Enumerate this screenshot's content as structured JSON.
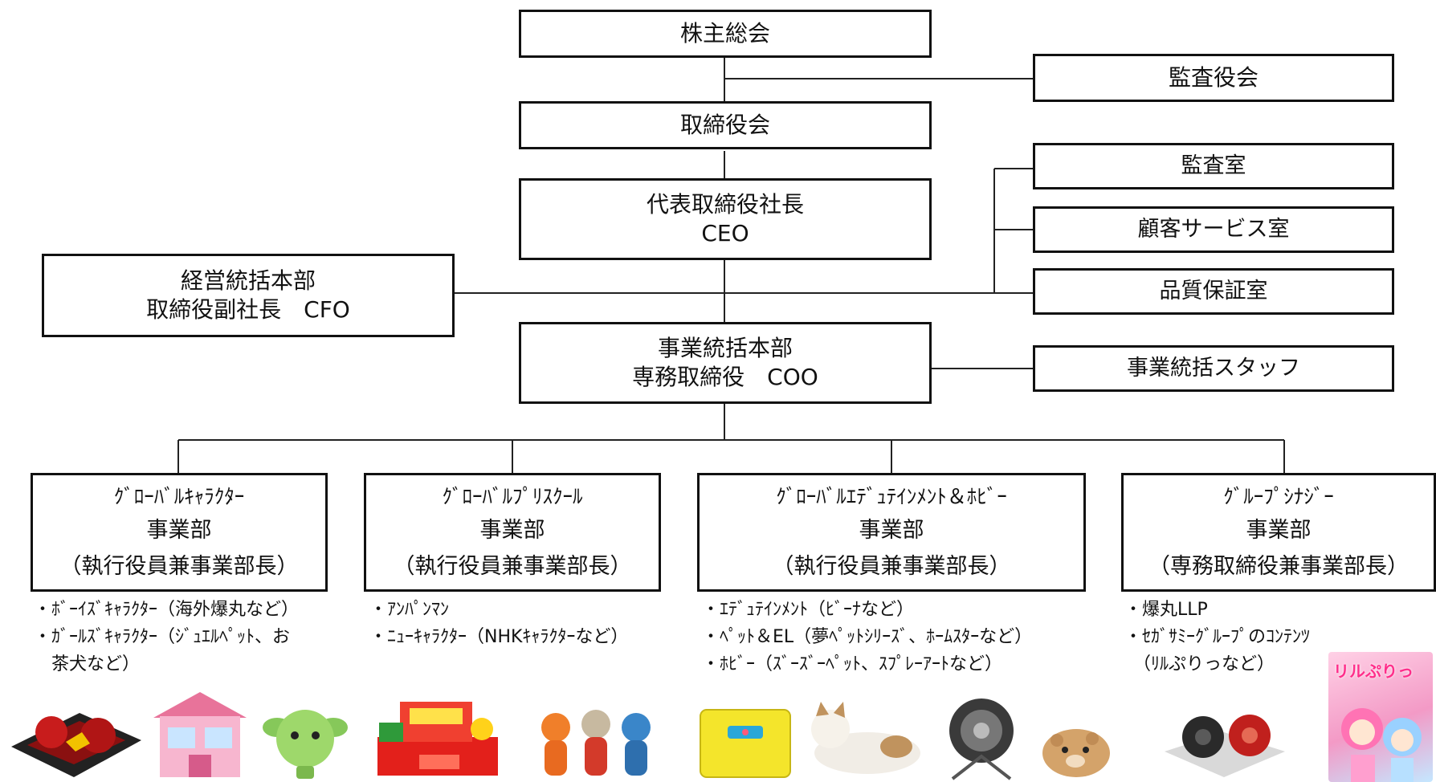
{
  "nodes": {
    "shareholders": "株主総会",
    "audit_board": "監査役会",
    "board": "取締役会",
    "ceo": {
      "l1": "代表取締役社長",
      "l2": "CEO"
    },
    "audit_office": "監査室",
    "customer_service": "顧客サービス室",
    "quality_assurance": "品質保証室",
    "management_hq": {
      "l1": "経営統括本部",
      "l2": "取締役副社長　CFO"
    },
    "business_hq": {
      "l1": "事業統括本部",
      "l2": "専務取締役　COO"
    },
    "business_staff": "事業統括スタッフ"
  },
  "divisions": [
    {
      "l1": "ｸﾞﾛｰﾊﾞﾙｷｬﾗｸﾀｰ",
      "l2": "事業部",
      "l3": "（執行役員兼事業部長）",
      "bullets": [
        "・ﾎﾞｰｲｽﾞｷｬﾗｸﾀｰ（海外爆丸など）",
        "・ｶﾞｰﾙｽﾞｷｬﾗｸﾀｰ（ｼﾞｭｴﾙﾍﾟｯﾄ、お",
        "　茶犬など）"
      ]
    },
    {
      "l1": "ｸﾞﾛｰﾊﾞﾙﾌﾟﾘｽｸｰﾙ",
      "l2": "事業部",
      "l3": "（執行役員兼事業部長）",
      "bullets": [
        "・ｱﾝﾊﾟﾝﾏﾝ",
        "・ﾆｭｰｷｬﾗｸﾀｰ（NHKｷｬﾗｸﾀｰなど）"
      ]
    },
    {
      "l1": "ｸﾞﾛｰﾊﾞﾙｴﾃﾞｭﾃｲﾝﾒﾝﾄ＆ﾎﾋﾞｰ",
      "l2": "事業部",
      "l3": "（執行役員兼事業部長）",
      "bullets": [
        "・ｴﾃﾞｭﾃｲﾝﾒﾝﾄ（ﾋﾞｰﾅなど）",
        "・ﾍﾟｯﾄ＆EL（夢ﾍﾟｯﾄｼﾘｰｽﾞ、ﾎｰﾑｽﾀｰなど）",
        "・ﾎﾋﾞｰ（ｽﾞｰｽﾞｰﾍﾟｯﾄ、ｽﾌﾟﾚｰｱｰﾄなど）"
      ]
    },
    {
      "l1": "ｸﾞﾙｰﾌﾟｼﾅｼﾞｰ",
      "l2": "事業部",
      "l3": "（専務取締役兼事業部長）",
      "bullets": [
        "・爆丸LLP",
        "・ｾｶﾞｻﾐｰｸﾞﾙｰﾌﾟのｺﾝﾃﾝﾂ",
        "　（ﾘﾙぷりっなど）"
      ]
    }
  ],
  "product_images": [
    "battle-arena-toy",
    "doll-house",
    "green-creature-toy",
    "cash-register-toy",
    "plush-dolls",
    "learning-laptop",
    "robotic-cat",
    "home-planetarium",
    "hamster-pet",
    "battle-ball-figures",
    "anime-cover-art"
  ],
  "product_cover_text": "リルぷりっ"
}
